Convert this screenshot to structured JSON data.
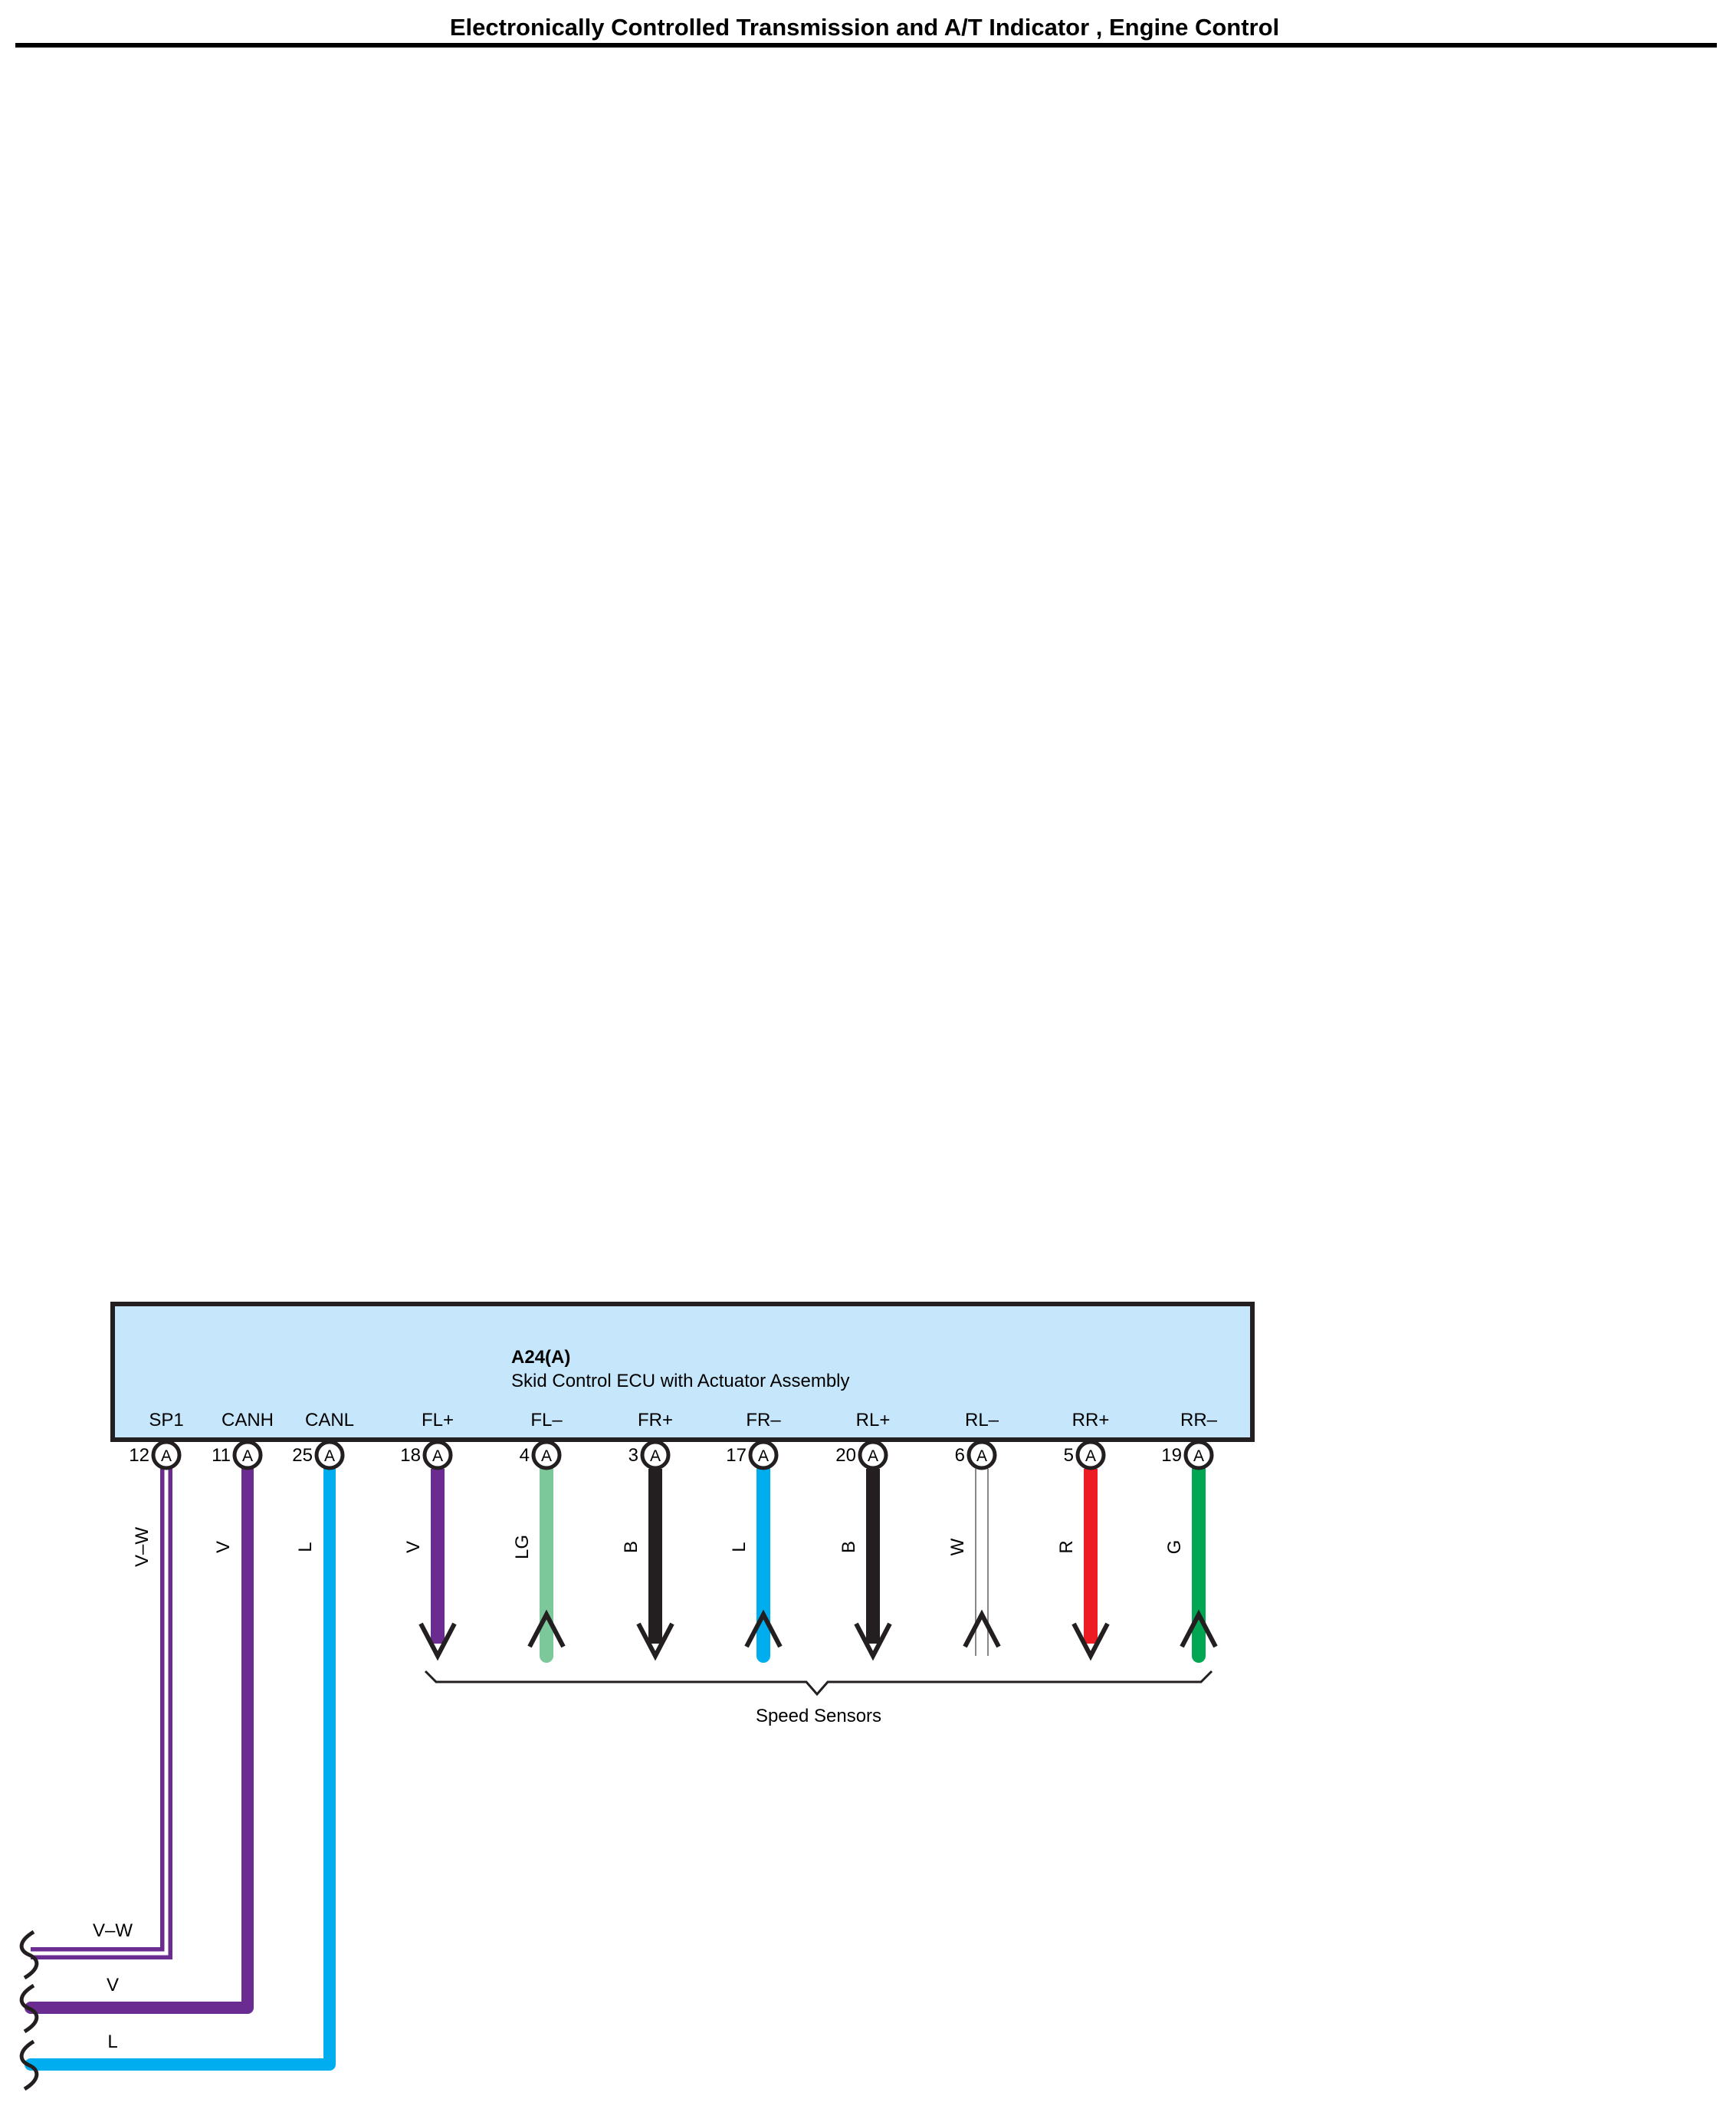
{
  "header": {
    "title": "Electronically Controlled Transmission and A/T Indicator , Engine Control"
  },
  "ecu": {
    "id": "A24(A)",
    "name": "Skid Control ECU with Actuator Assembly",
    "fill_color": "#c6e7fb"
  },
  "pins": [
    {
      "signal": "SP1",
      "pin": "12",
      "conn": "A",
      "wire": "V–W",
      "color": "#6b2c91",
      "striped": true,
      "style": "lead"
    },
    {
      "signal": "CANH",
      "pin": "11",
      "conn": "A",
      "wire": "V",
      "color": "#6b2c91",
      "striped": false,
      "style": "lead"
    },
    {
      "signal": "CANL",
      "pin": "25",
      "conn": "A",
      "wire": "L",
      "color": "#00aeef",
      "striped": false,
      "style": "lead"
    },
    {
      "signal": "FL+",
      "pin": "18",
      "conn": "A",
      "wire": "V",
      "color": "#6b2c91",
      "striped": false,
      "style": "arrow-down"
    },
    {
      "signal": "FL–",
      "pin": "4",
      "conn": "A",
      "wire": "LG",
      "color": "#7cc89a",
      "striped": false,
      "style": "arrow-up"
    },
    {
      "signal": "FR+",
      "pin": "3",
      "conn": "A",
      "wire": "B",
      "color": "#231f20",
      "striped": false,
      "style": "arrow-down"
    },
    {
      "signal": "FR–",
      "pin": "17",
      "conn": "A",
      "wire": "L",
      "color": "#00aeef",
      "striped": false,
      "style": "arrow-up"
    },
    {
      "signal": "RL+",
      "pin": "20",
      "conn": "A",
      "wire": "B",
      "color": "#231f20",
      "striped": false,
      "style": "arrow-down"
    },
    {
      "signal": "RL–",
      "pin": "6",
      "conn": "A",
      "wire": "W",
      "color": "#ffffff",
      "striped": false,
      "style": "arrow-up"
    },
    {
      "signal": "RR+",
      "pin": "5",
      "conn": "A",
      "wire": "R",
      "color": "#ed1c24",
      "striped": false,
      "style": "arrow-down"
    },
    {
      "signal": "RR–",
      "pin": "19",
      "conn": "A",
      "wire": "G",
      "color": "#00a651",
      "striped": false,
      "style": "arrow-up"
    }
  ],
  "sensor_group_label": "Speed Sensors",
  "off_page_leads": [
    {
      "wire": "V–W"
    },
    {
      "wire": "V"
    },
    {
      "wire": "L"
    }
  ]
}
